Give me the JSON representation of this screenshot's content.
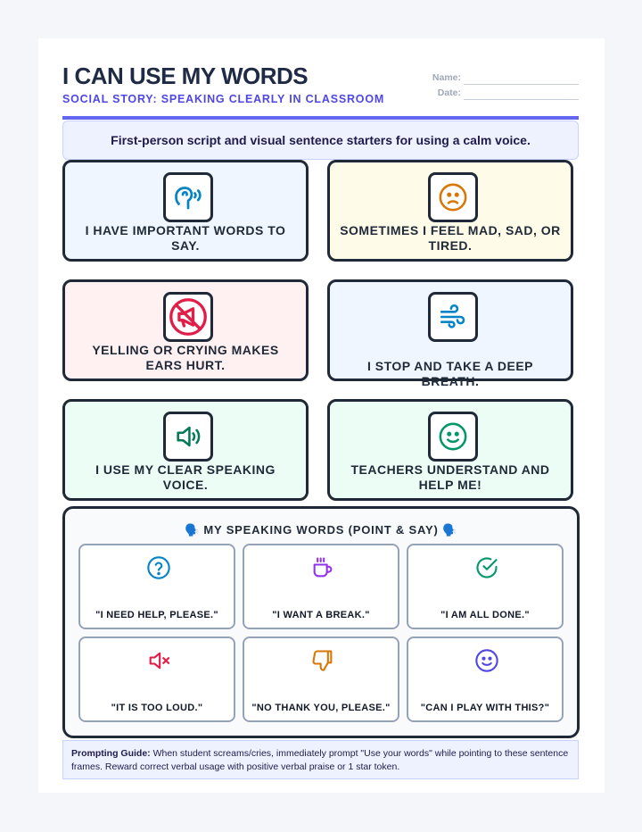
{
  "header": {
    "title": "I CAN USE MY WORDS",
    "subtitle": "SOCIAL STORY: SPEAKING CLEARLY IN CLASSROOM",
    "name_label": "Name:",
    "date_label": "Date:"
  },
  "banner": "First-person script and visual sentence starters for using a calm voice.",
  "story_cards": [
    {
      "text": "I HAVE IMPORTANT WORDS TO SAY.",
      "icon": "speaking-head-icon",
      "color": "#0284c7"
    },
    {
      "text": "SOMETIMES I FEEL MAD, SAD, OR TIRED.",
      "icon": "frown-face-icon",
      "color": "#d97706"
    },
    {
      "text": "YELLING OR CRYING MAKES EARS HURT.",
      "icon": "no-megaphone-icon",
      "color": "#e11d48"
    },
    {
      "text": "I STOP AND TAKE A DEEP BREATH.",
      "icon": "wind-icon",
      "color": "#0284c7"
    },
    {
      "text": "I USE MY CLEAR SPEAKING VOICE.",
      "icon": "speaker-volume-icon",
      "color": "#047857"
    },
    {
      "text": "TEACHERS UNDERSTAND AND HELP ME!",
      "icon": "smile-face-icon",
      "color": "#059669"
    }
  ],
  "speaking_words": {
    "title": "🗣️ MY SPEAKING WORDS (POINT & SAY) 🗣️",
    "items": [
      {
        "text": "\"I NEED HELP, PLEASE.\"",
        "icon": "question-circle-icon",
        "color": "#0284c7"
      },
      {
        "text": "\"I WANT A BREAK.\"",
        "icon": "coffee-cup-icon",
        "color": "#9333ea"
      },
      {
        "text": "\"I AM ALL DONE.\"",
        "icon": "check-circle-icon",
        "color": "#059669"
      },
      {
        "text": "\"IT IS TOO LOUD.\"",
        "icon": "volume-mute-icon",
        "color": "#e11d48"
      },
      {
        "text": "\"NO THANK YOU, PLEASE.\"",
        "icon": "thumbs-down-icon",
        "color": "#d97706"
      },
      {
        "text": "\"CAN I PLAY WITH THIS?\"",
        "icon": "smile-face-icon",
        "color": "#4f46e5"
      }
    ]
  },
  "guide": {
    "label": "Prompting Guide:",
    "text": " When student screams/cries, immediately prompt \"Use your words\" while pointing to these sentence frames. Reward correct verbal usage with positive verbal praise or 1 star token."
  }
}
